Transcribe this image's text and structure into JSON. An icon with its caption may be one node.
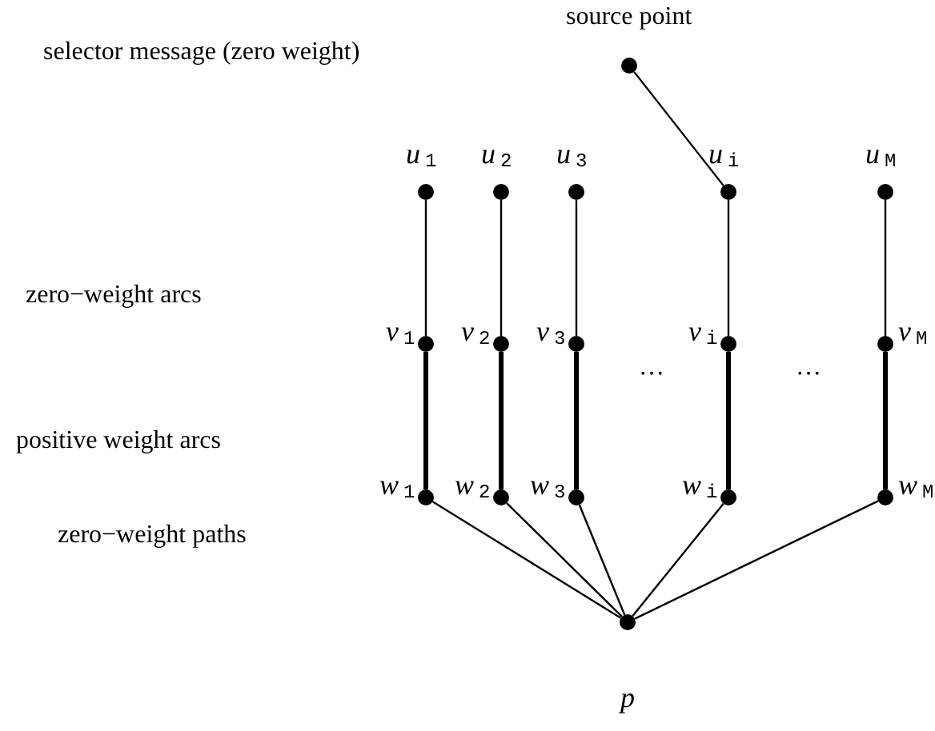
{
  "diagram": {
    "nodes": [
      {
        "text": [],
        "shape": "circle",
        "beside": [
          "source point"
        ]
      },
      {
        "text": [],
        "shape": "circle",
        "beside": [
          "*u*$_{1}$"
        ]
      },
      {
        "text": [],
        "shape": "circle",
        "beside": [
          "*u*$_{2}$"
        ]
      },
      {
        "text": [],
        "shape": "circle",
        "beside": [
          "*u*$_{3}$"
        ]
      },
      {
        "text": [],
        "shape": "circle",
        "beside": [
          "*u*$_{i}$"
        ]
      },
      {
        "text": [],
        "shape": "circle",
        "beside": [
          "*u*$_{M}$"
        ]
      },
      {
        "text": [],
        "shape": "circle",
        "beside": [
          "*v*$_{1}$"
        ]
      },
      {
        "text": [],
        "shape": "circle",
        "beside": [
          "*v*$_{2}$"
        ]
      },
      {
        "text": [],
        "shape": "circle",
        "beside": [
          "*v*$_{3}$"
        ]
      },
      {
        "text": [],
        "shape": "circle",
        "beside": [
          "*v*$_{i}$"
        ]
      },
      {
        "text": [],
        "shape": "circle",
        "beside": [
          "*v*$_{M}$"
        ]
      },
      {
        "text": [],
        "shape": "circle",
        "beside": [
          "*w*$_{1}$"
        ]
      },
      {
        "text": [],
        "shape": "circle",
        "beside": [
          "*w*$_{2}$"
        ]
      },
      {
        "text": [],
        "shape": "circle",
        "beside": [
          "*w*$_{3}$"
        ]
      },
      {
        "text": [],
        "shape": "circle",
        "beside": [
          "*w*$_{i}$"
        ]
      },
      {
        "text": [],
        "shape": "circle",
        "beside": [
          "*w*$_{M}$"
        ]
      },
      {
        "text": [],
        "shape": "circle",
        "beside": [
          "*p*"
        ]
      }
    ],
    "edges": [
      {
        "from": 0,
        "to": 4,
        "arrow": "none"
      },
      {
        "from": 1,
        "to": 6,
        "arrow": "none"
      },
      {
        "from": 2,
        "to": 7,
        "arrow": "none"
      },
      {
        "from": 3,
        "to": 8,
        "arrow": "none"
      },
      {
        "from": 4,
        "to": 9,
        "arrow": "none"
      },
      {
        "from": 5,
        "to": 10,
        "arrow": "none"
      },
      {
        "from": 6,
        "to": 11,
        "arrow": "none",
        "style": "thick"
      },
      {
        "from": 7,
        "to": 12,
        "arrow": "none",
        "style": "thick"
      },
      {
        "from": 8,
        "to": 13,
        "arrow": "none",
        "style": "thick"
      },
      {
        "from": 9,
        "to": 14,
        "arrow": "none",
        "style": "thick"
      },
      {
        "from": 10,
        "to": 15,
        "arrow": "none",
        "style": "thick"
      },
      {
        "from": 11,
        "to": 16,
        "arrow": "none"
      },
      {
        "from": 12,
        "to": 16,
        "arrow": "none"
      },
      {
        "from": 13,
        "to": 16,
        "arrow": "none"
      },
      {
        "from": 14,
        "to": 16,
        "arrow": "none"
      },
      {
        "from": 15,
        "to": 16,
        "arrow": "none"
      }
    ],
    "labels": [
      "selector message (zero weight)",
      "zero−weight arcs",
      "…",
      "…",
      "positive weight arcs",
      "zero−weight paths"
    ]
  }
}
